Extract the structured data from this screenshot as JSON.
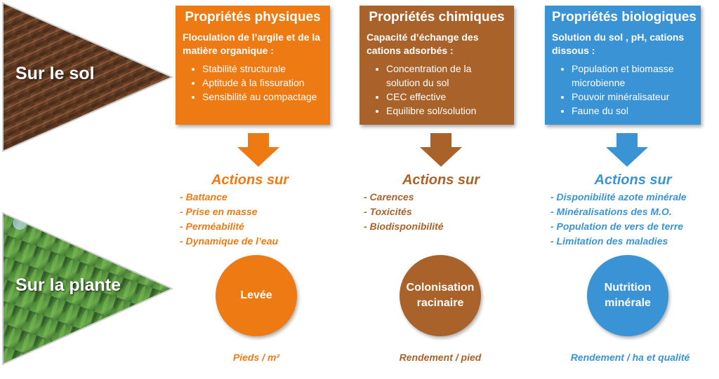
{
  "colors": {
    "physical": "#ee7a14",
    "chemical": "#a9622a",
    "biological": "#3a93d4"
  },
  "left": {
    "soil_label": "Sur le sol",
    "plant_label": "Sur la plante"
  },
  "columns": [
    {
      "title": "Propriétés physiques",
      "subtitle": "Floculation de l’argile et de la matière organique :",
      "bullets": [
        "Stabilité structurale",
        "Aptitude à la fissuration",
        "Sensibilité au compactage"
      ],
      "actions_title": "Actions sur",
      "actions": [
        "- Battance",
        "- Prise en masse",
        "- Perméabilité",
        "- Dynamique de l’eau"
      ],
      "circle": "Levée",
      "caption": "Pieds / m²"
    },
    {
      "title": "Propriétés chimiques",
      "subtitle": "Capacité d’échange des cations adsorbés :",
      "bullets": [
        "Concentration de la solution du sol",
        "CEC effective",
        "Equilibre sol/solution"
      ],
      "actions_title": "Actions sur",
      "actions": [
        "- Carences",
        "- Toxicités",
        "- Biodisponibilité"
      ],
      "circle": "Colonisation racinaire",
      "caption": "Rendement / pied"
    },
    {
      "title": "Propriétés biologiques",
      "subtitle": "Solution du sol , pH, cations dissous :",
      "bullets": [
        "Population et biomasse microbienne",
        "Pouvoir minéralisateur",
        "Faune du sol"
      ],
      "actions_title": "Actions sur",
      "actions": [
        "- Disponibilité azote minérale",
        "- Minéralisations des M.O.",
        "- Population de vers de terre",
        "- Limitation des maladies"
      ],
      "circle": "Nutrition minérale",
      "caption": "Rendement / ha et qualité"
    }
  ]
}
